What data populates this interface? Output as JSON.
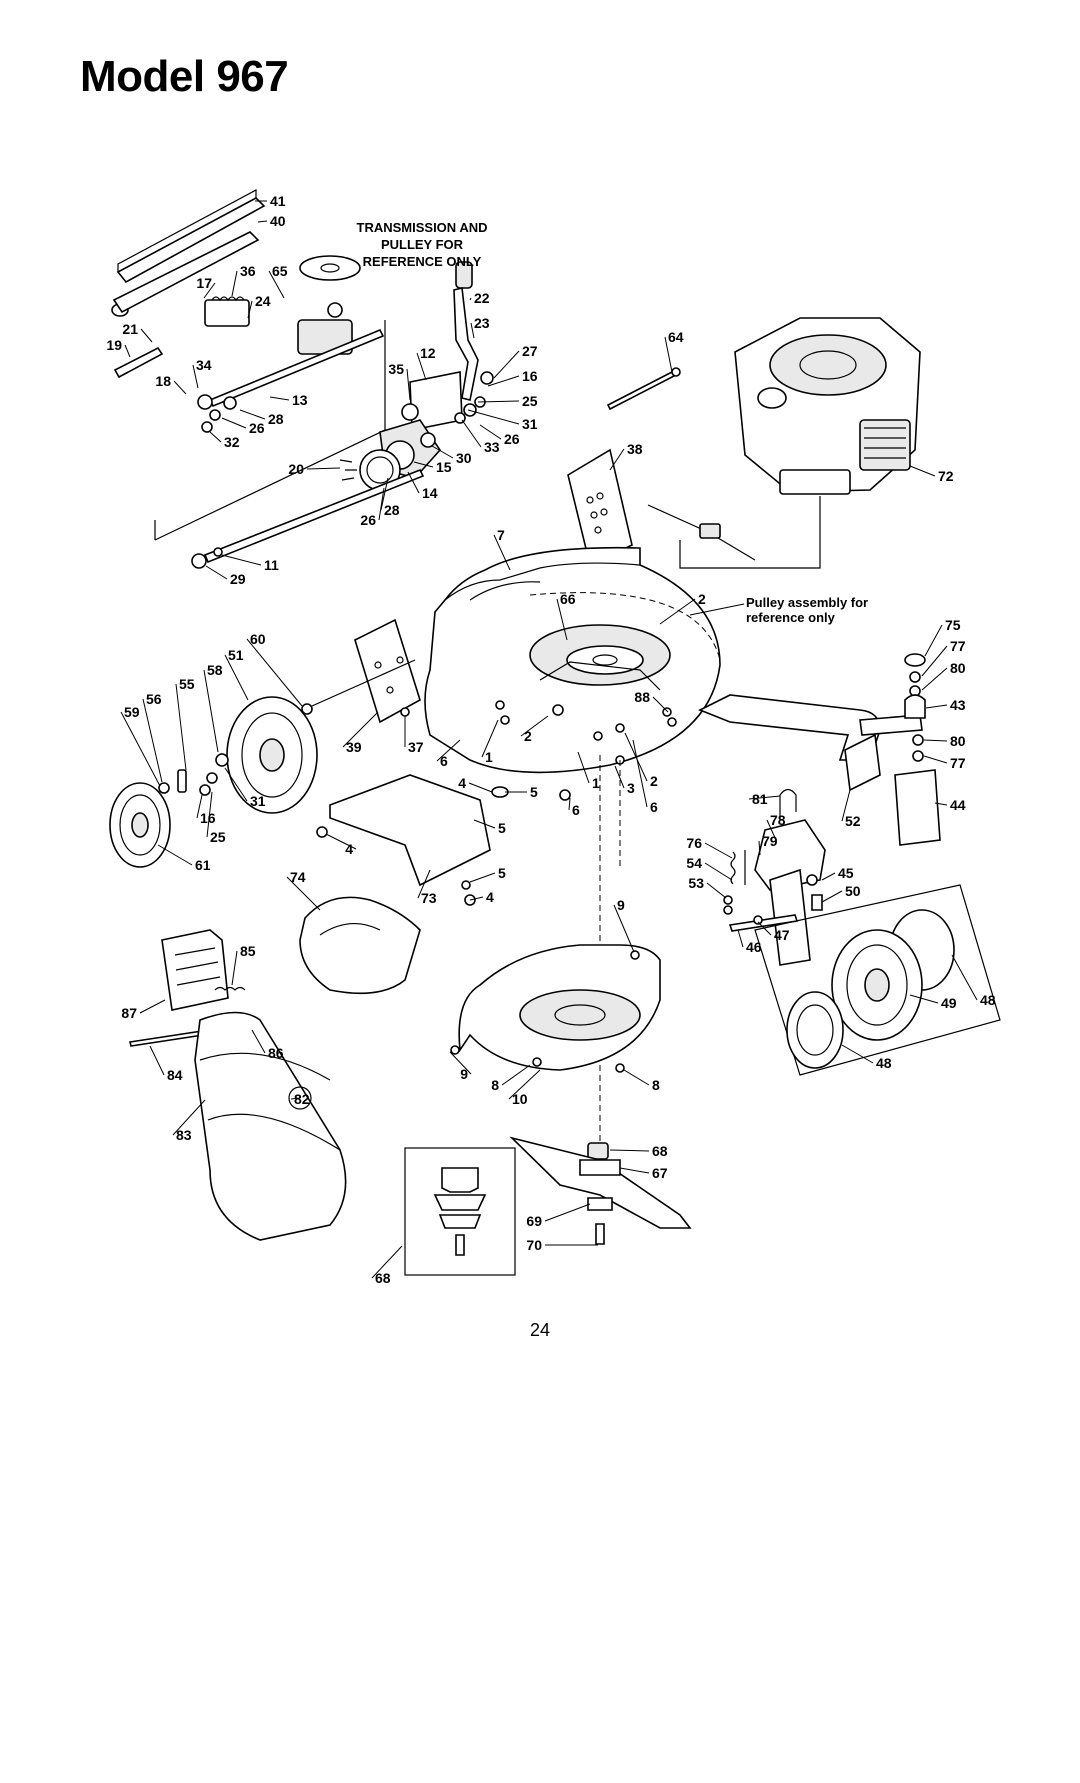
{
  "document": {
    "title": "Model 967",
    "page_number": "24"
  },
  "notes": {
    "transmission": [
      "TRANSMISSION AND",
      "PULLEY FOR",
      "REFERENCE ONLY"
    ],
    "pulley": [
      "Pulley assembly for",
      "reference only"
    ]
  },
  "part_labels": [
    "41",
    "40",
    "17",
    "36",
    "65",
    "24",
    "21",
    "19",
    "34",
    "18",
    "13",
    "28",
    "26",
    "32",
    "22",
    "23",
    "12",
    "35",
    "27",
    "16",
    "25",
    "31",
    "33",
    "26",
    "30",
    "20",
    "14",
    "15",
    "28",
    "26",
    "64",
    "38",
    "72",
    "11",
    "29",
    "7",
    "66",
    "2",
    "75",
    "77",
    "80",
    "43",
    "80",
    "77",
    "88",
    "60",
    "51",
    "58",
    "55",
    "56",
    "59",
    "39",
    "37",
    "6",
    "1",
    "2",
    "3",
    "2",
    "6",
    "1",
    "6",
    "52",
    "44",
    "81",
    "78",
    "79",
    "76",
    "54",
    "53",
    "45",
    "50",
    "46",
    "47",
    "48",
    "49",
    "48",
    "4",
    "5",
    "5",
    "4",
    "5",
    "4",
    "16",
    "25",
    "31",
    "61",
    "73",
    "74",
    "9",
    "85",
    "87",
    "86",
    "84",
    "82",
    "83",
    "9",
    "8",
    "10",
    "8",
    "68",
    "67",
    "69",
    "70",
    "68"
  ]
}
